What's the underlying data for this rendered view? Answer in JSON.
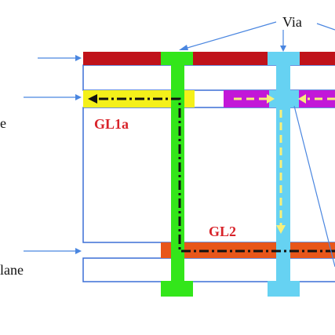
{
  "labels": {
    "via": "Via",
    "gl1a": "GL1a",
    "gl2": "GL2",
    "left_partial_upper": "e",
    "left_partial_lower": "lane"
  },
  "colors": {
    "board_outline": "#3b6fd6",
    "top_trace": "#c0121a",
    "via_left": "#33e61a",
    "via_right": "#66d2f2",
    "gl1a_trace": "#f4f01a",
    "gl1b_trace": "#c218d8",
    "gl2_trace": "#e8561a",
    "callout_line": "#4a86e0",
    "path_black": "#111111",
    "path_yellow": "#f7f07a",
    "label_red": "#d8232a"
  }
}
